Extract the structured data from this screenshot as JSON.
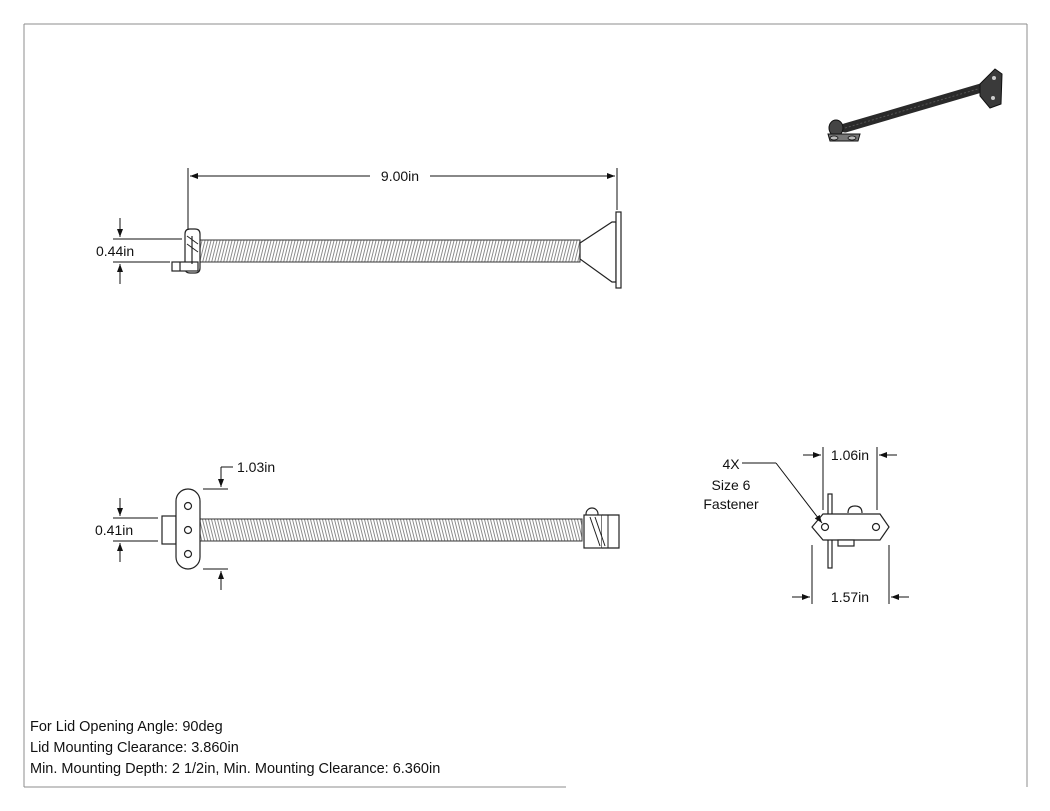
{
  "drawing": {
    "top_view": {
      "length_dim": "9.00in",
      "height_dim": "0.44in"
    },
    "front_view": {
      "height_dim": "0.41in",
      "bracket_dim": "1.03in"
    },
    "side_view": {
      "width_top_dim": "1.06in",
      "width_bottom_dim": "1.57in",
      "fastener_note": [
        "4X",
        "Size 6",
        "Fastener"
      ]
    }
  },
  "notes": [
    "For Lid Opening Angle: 90deg",
    "Lid Mounting Clearance: 3.860in",
    "Min. Mounting Depth: 2 1/2in, Min. Mounting Clearance: 6.360in"
  ]
}
